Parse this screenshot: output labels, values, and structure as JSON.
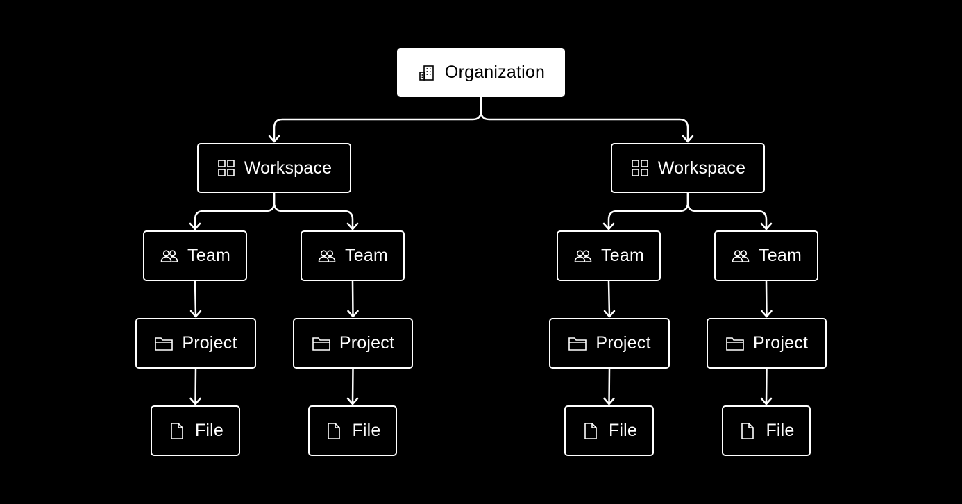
{
  "colors": {
    "background": "#000000",
    "line": "#ffffff",
    "root_fill": "#ffffff",
    "root_text": "#000000"
  },
  "nodes": {
    "organization": {
      "label": "Organization",
      "icon": "building-icon"
    },
    "workspace_left": {
      "label": "Workspace",
      "icon": "grid-icon"
    },
    "workspace_right": {
      "label": "Workspace",
      "icon": "grid-icon"
    },
    "team_1": {
      "label": "Team",
      "icon": "users-icon"
    },
    "team_2": {
      "label": "Team",
      "icon": "users-icon"
    },
    "team_3": {
      "label": "Team",
      "icon": "users-icon"
    },
    "team_4": {
      "label": "Team",
      "icon": "users-icon"
    },
    "project_1": {
      "label": "Project",
      "icon": "folder-icon"
    },
    "project_2": {
      "label": "Project",
      "icon": "folder-icon"
    },
    "project_3": {
      "label": "Project",
      "icon": "folder-icon"
    },
    "project_4": {
      "label": "Project",
      "icon": "folder-icon"
    },
    "file_1": {
      "label": "File",
      "icon": "file-icon"
    },
    "file_2": {
      "label": "File",
      "icon": "file-icon"
    },
    "file_3": {
      "label": "File",
      "icon": "file-icon"
    },
    "file_4": {
      "label": "File",
      "icon": "file-icon"
    }
  },
  "edges": [
    [
      "organization",
      "workspace_left"
    ],
    [
      "organization",
      "workspace_right"
    ],
    [
      "workspace_left",
      "team_1"
    ],
    [
      "workspace_left",
      "team_2"
    ],
    [
      "workspace_right",
      "team_3"
    ],
    [
      "workspace_right",
      "team_4"
    ],
    [
      "team_1",
      "project_1"
    ],
    [
      "team_2",
      "project_2"
    ],
    [
      "team_3",
      "project_3"
    ],
    [
      "team_4",
      "project_4"
    ],
    [
      "project_1",
      "file_1"
    ],
    [
      "project_2",
      "file_2"
    ],
    [
      "project_3",
      "file_3"
    ],
    [
      "project_4",
      "file_4"
    ]
  ]
}
